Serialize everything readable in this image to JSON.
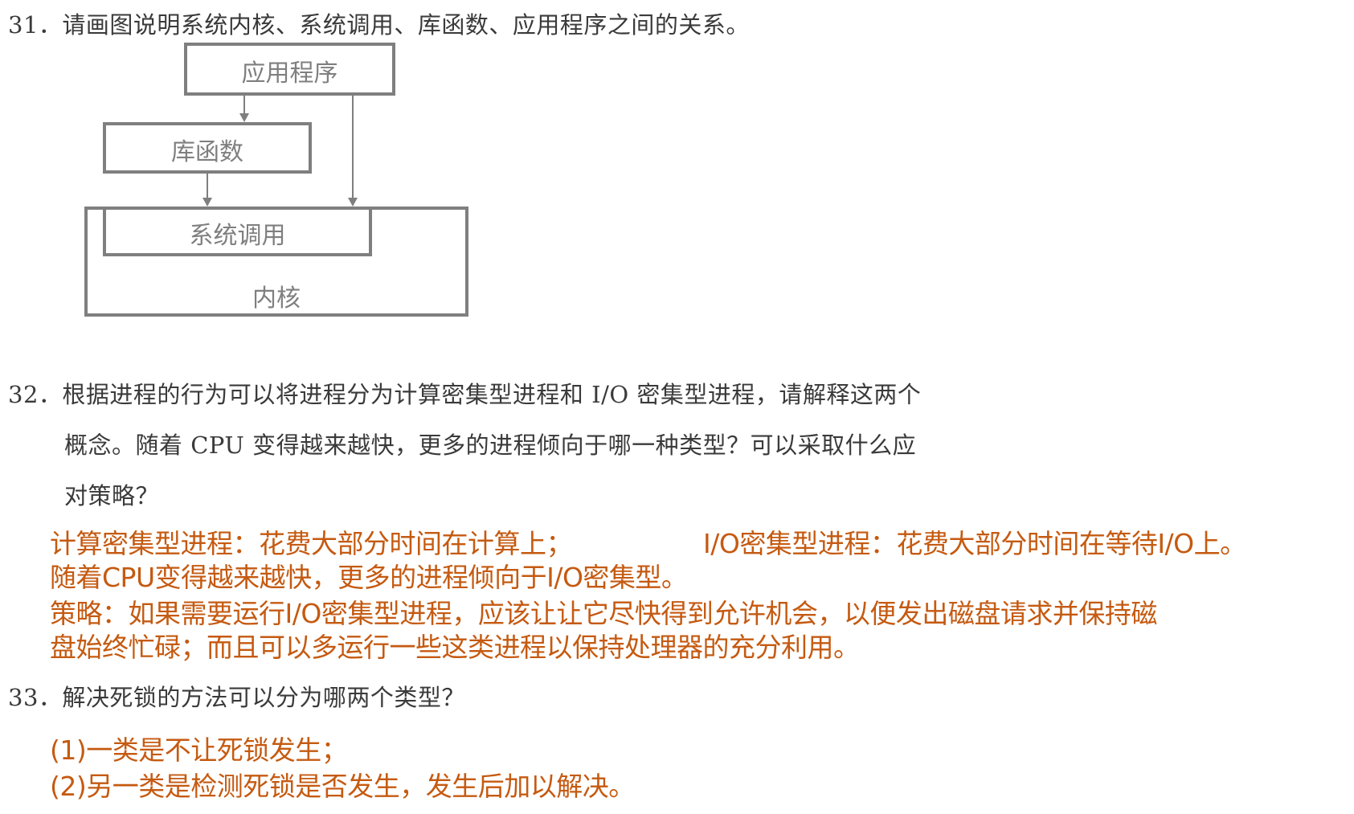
{
  "q31": {
    "number": "31．",
    "text": "请画图说明系统内核、系统调用、库函数、应用程序之间的关系。"
  },
  "diagram": {
    "app": "应用程序",
    "lib": "库函数",
    "syscall": "系统调用",
    "kernel": "内核",
    "colors": {
      "stroke": "#7f7f7f"
    }
  },
  "q32": {
    "number": "32．",
    "lines": [
      "根据进程的行为可以将进程分为计算密集型进程和 I/O 密集型进程，请解释这两个",
      "概念。随着 CPU 变得越来越快，更多的进程倾向于哪一种类型？可以采取什么应",
      "对策略？"
    ]
  },
  "a32": {
    "lines": [
      "计算密集型进程：花费大部分时间在计算上；",
      "I/O密集型进程：花费大部分时间在等待I/O上。",
      "随着CPU变得越来越快，更多的进程倾向于I/O密集型。",
      "策略：如果需要运行I/O密集型进程，应该让让它尽快得到允许机会，以便发出磁盘请求并保持磁",
      "盘始终忙碌；而且可以多运行一些这类进程以保持处理器的充分利用。"
    ],
    "color": "#C55A11"
  },
  "q33": {
    "number": "33．",
    "text": "解决死锁的方法可以分为哪两个类型？"
  },
  "a33": {
    "lines": [
      "(1)一类是不让死锁发生；",
      "(2)另一类是检测死锁是否发生，发生后加以解决。"
    ]
  }
}
